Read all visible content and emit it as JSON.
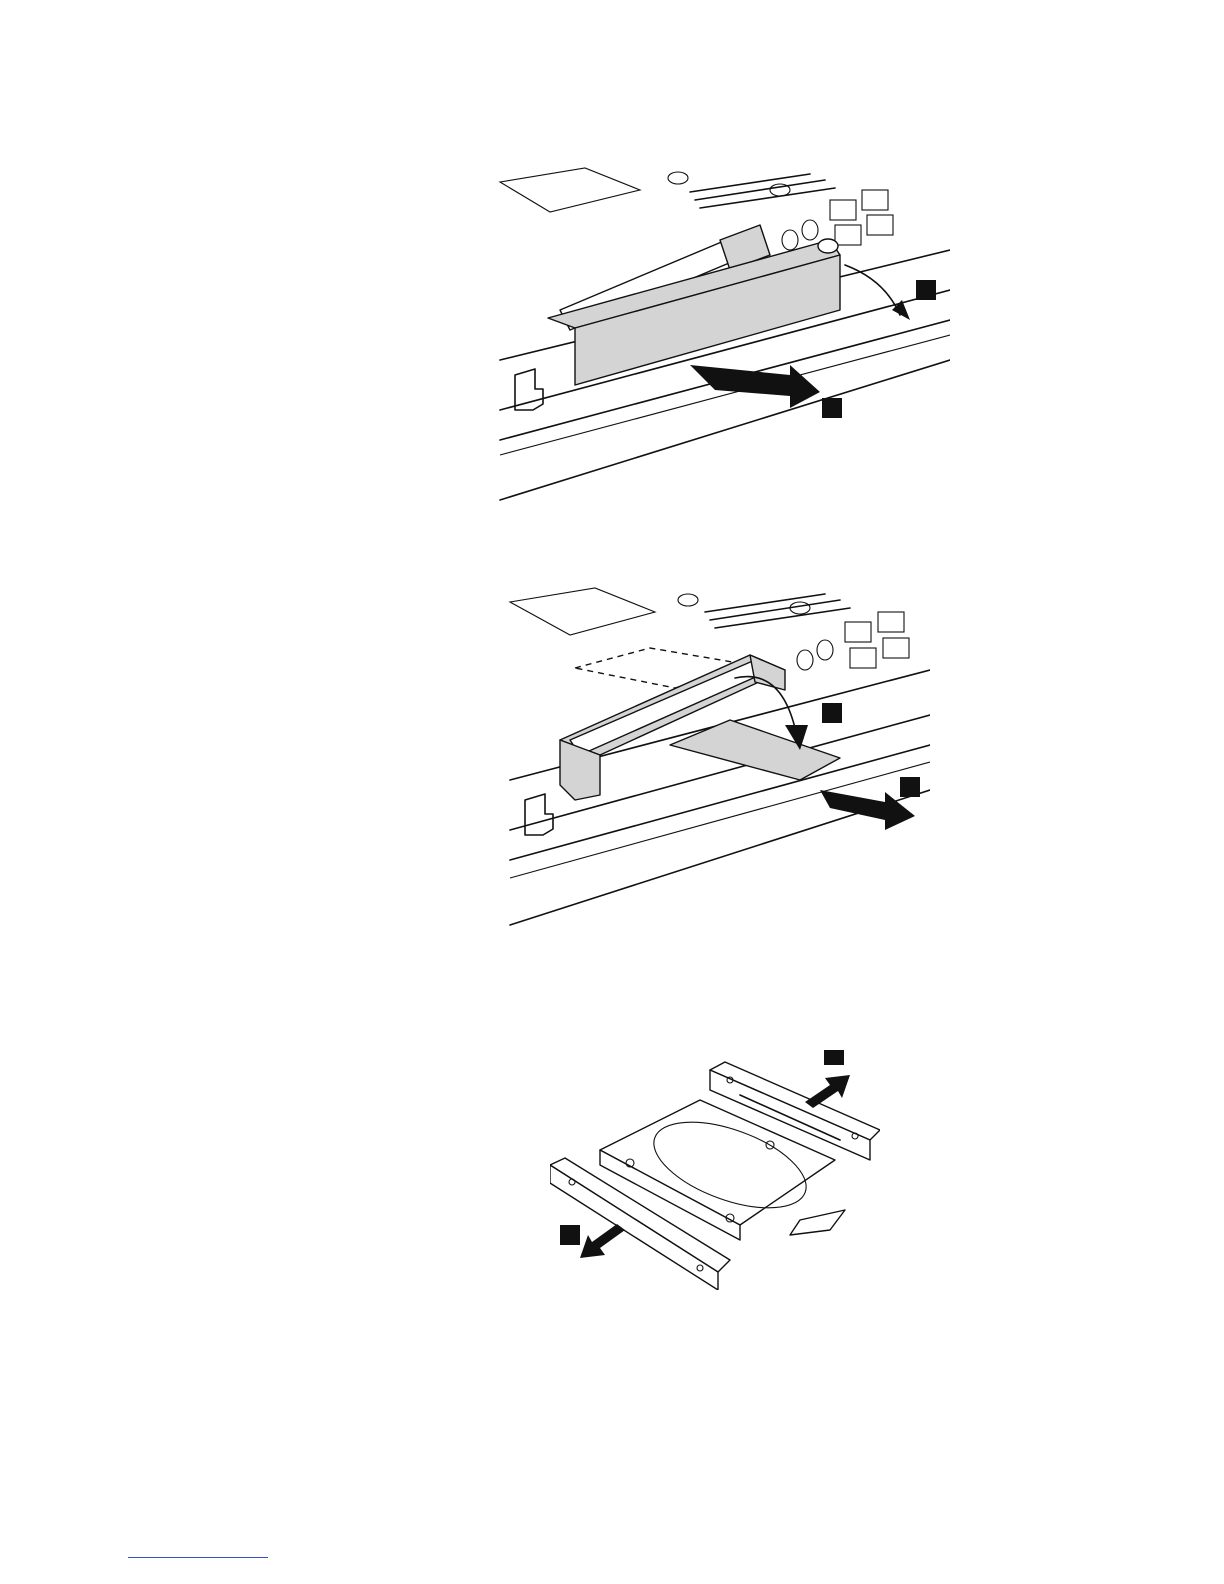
{
  "page": {
    "background": "#ffffff",
    "footer_rule_color": "#3b4fbf"
  },
  "figures": [
    {
      "id": "fig1",
      "callouts": [
        "callout-1",
        "callout-2"
      ],
      "arrows": [
        "curved-arrow",
        "straight-arrow"
      ]
    },
    {
      "id": "fig2",
      "callouts": [
        "callout-3",
        "callout-4"
      ],
      "arrows": [
        "curved-arrow",
        "straight-arrow"
      ]
    },
    {
      "id": "fig3",
      "callouts": [
        "callout-5",
        "callout-6"
      ],
      "arrows": [
        "straight-arrow",
        "straight-arrow"
      ]
    }
  ]
}
